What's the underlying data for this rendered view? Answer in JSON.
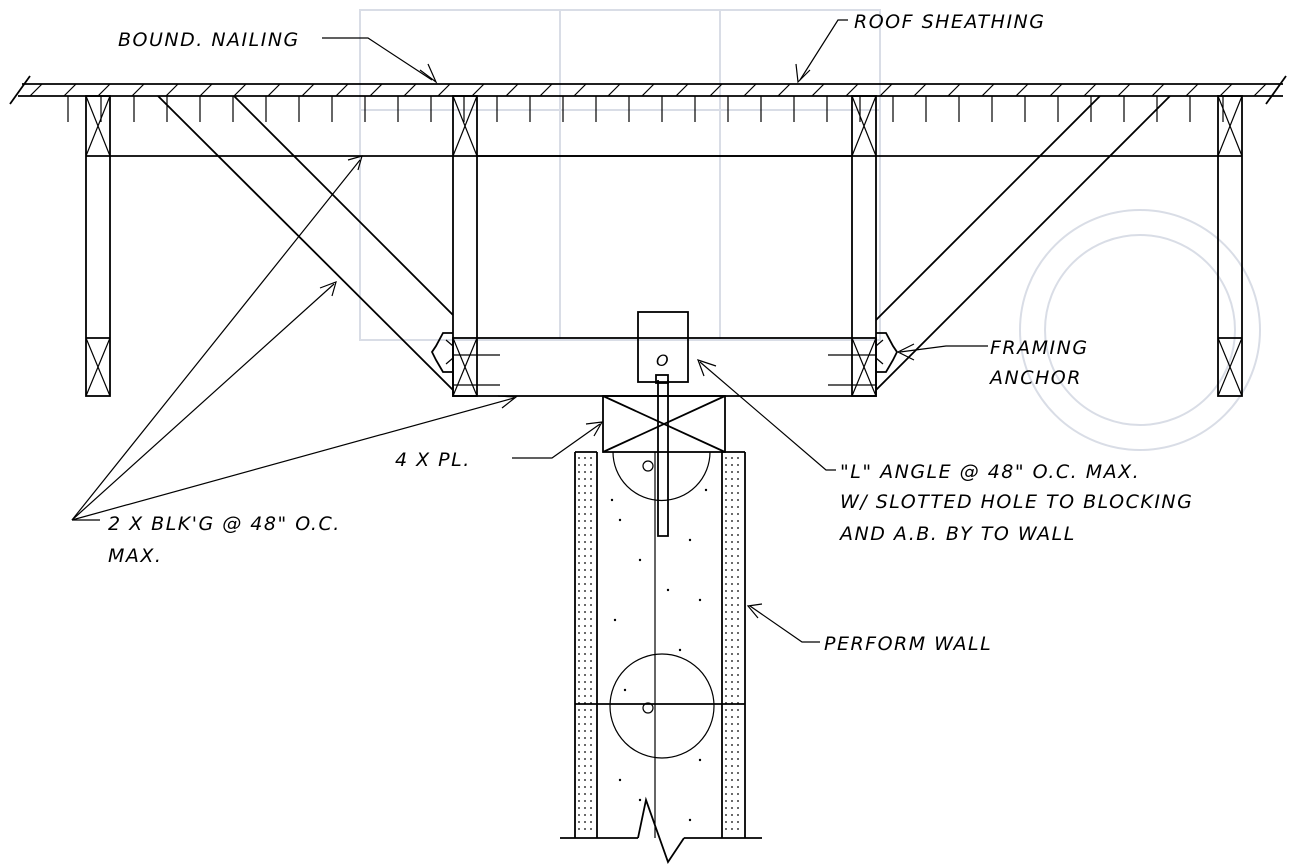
{
  "labels": {
    "bound_nailing": "BOUND. NAILING",
    "roof_sheathing": "ROOF SHEATHING",
    "framing_anchor_line1": "FRAMING",
    "framing_anchor_line2": "ANCHOR",
    "plate": "4 X PL.",
    "blocking_line1": "2 X BLK'G @ 48\" O.C.",
    "blocking_line2": "MAX.",
    "angle_line1": "\"L\" ANGLE @ 48\" O.C. MAX.",
    "angle_line2": "W/ SLOTTED HOLE TO BLOCKING",
    "angle_line3": "AND A.B. BY TO WALL",
    "perform_wall": "PERFORM WALL",
    "anchor_marker": "O"
  },
  "colors": {
    "line": "#000000",
    "background": "#ffffff",
    "watermark": "#d9dde6"
  }
}
